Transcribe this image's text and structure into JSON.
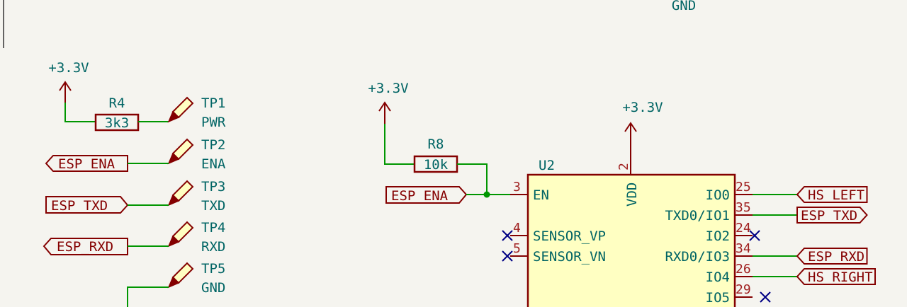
{
  "top_power": {
    "gnd_label": "GND"
  },
  "test_points": {
    "power": "+3.3V",
    "resistor": {
      "ref": "R4",
      "value": "3k3"
    },
    "items": [
      {
        "ref": "TP1",
        "value": "PWR",
        "net": ""
      },
      {
        "ref": "TP2",
        "value": "ENA",
        "net": "ESP_ENA"
      },
      {
        "ref": "TP3",
        "value": "TXD",
        "net": "ESP_TXD"
      },
      {
        "ref": "TP4",
        "value": "RXD",
        "net": "ESP_RXD"
      },
      {
        "ref": "TP5",
        "value": "GND",
        "net": ""
      }
    ]
  },
  "enable": {
    "power": "+3.3V",
    "resistor": {
      "ref": "R8",
      "value": "10k"
    },
    "net": "ESP_ENA"
  },
  "u2": {
    "ref": "U2",
    "vdd": {
      "power": "+3.3V",
      "pin": "2",
      "name": "VDD"
    },
    "left_pins": [
      {
        "num": "3",
        "name": "EN"
      },
      {
        "num": "4",
        "name": "SENSOR_VP"
      },
      {
        "num": "5",
        "name": "SENSOR_VN"
      }
    ],
    "right_pins": [
      {
        "num": "25",
        "name": "IO0",
        "net": "HS_LEFT"
      },
      {
        "num": "35",
        "name": "TXD0/IO1",
        "net": "ESP_TXD"
      },
      {
        "num": "24",
        "name": "IO2",
        "net": ""
      },
      {
        "num": "34",
        "name": "RXD0/IO3",
        "net": "ESP_RXD"
      },
      {
        "num": "26",
        "name": "IO4",
        "net": "HS_RIGHT"
      },
      {
        "num": "29",
        "name": "IO5",
        "net": ""
      }
    ]
  },
  "colors": {
    "background": "#f5f4ef",
    "wire": "#009600",
    "component": "#840000",
    "body_fill": "#ffffc2",
    "text": "#006464",
    "no_connect": "#000084"
  }
}
